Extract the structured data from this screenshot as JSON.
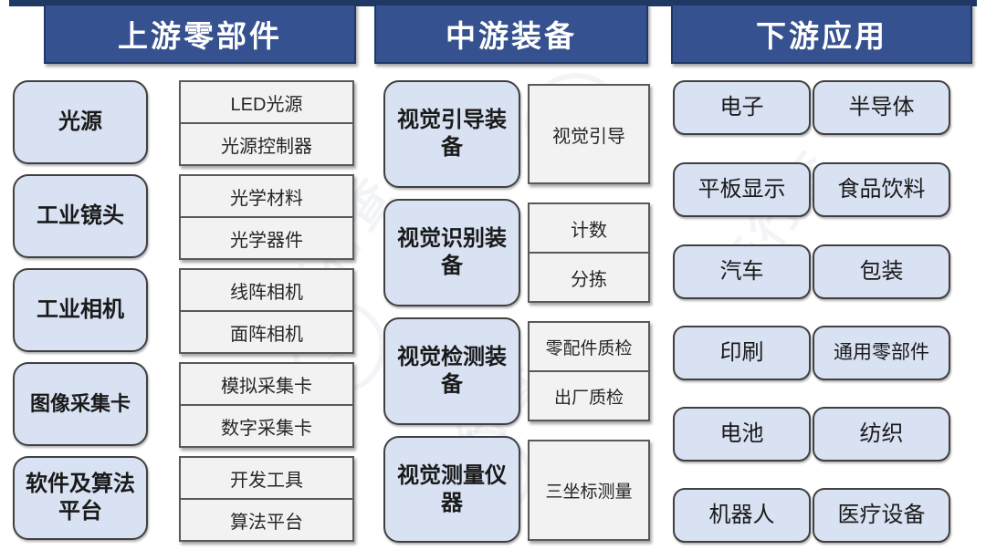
{
  "colors": {
    "header_bg": "#35518f",
    "header_border": "#1f3864",
    "top_bar": "#1f3864",
    "blue_box_bg": "#d9e2f3",
    "blue_box_border": "#404040",
    "gray_box_bg": "#f2f2f2",
    "gray_box_border": "#595959",
    "header_text": "#ffffff",
    "box_text": "#1a1a1a"
  },
  "watermark": {
    "text": "行行查",
    "glyph": "⌕"
  },
  "columns": {
    "upstream": {
      "header": "上游零部件",
      "rows": [
        {
          "category": "光源",
          "items": [
            "LED光源",
            "光源控制器"
          ]
        },
        {
          "category": "工业镜头",
          "items": [
            "光学材料",
            "光学器件"
          ]
        },
        {
          "category": "工业相机",
          "items": [
            "线阵相机",
            "面阵相机"
          ]
        },
        {
          "category": "图像采集卡",
          "items": [
            "模拟采集卡",
            "数字采集卡"
          ]
        },
        {
          "category": "软件及算法平台",
          "items": [
            "开发工具",
            "算法平台"
          ]
        }
      ]
    },
    "midstream": {
      "header": "中游装备",
      "rows": [
        {
          "category": "视觉引导装备",
          "items": [
            "视觉引导"
          ]
        },
        {
          "category": "视觉识别装备",
          "items": [
            "计数",
            "分拣"
          ]
        },
        {
          "category": "视觉检测装备",
          "items": [
            "零配件质检",
            "出厂质检"
          ]
        },
        {
          "category": "视觉测量仪器",
          "items": [
            "三坐标测量"
          ]
        }
      ]
    },
    "downstream": {
      "header": "下游应用",
      "rows": [
        [
          "电子",
          "半导体"
        ],
        [
          "平板显示",
          "食品饮料"
        ],
        [
          "汽车",
          "包装"
        ],
        [
          "印刷",
          "通用零部件"
        ],
        [
          "电池",
          "纺织"
        ],
        [
          "机器人",
          "医疗设备"
        ]
      ]
    }
  }
}
